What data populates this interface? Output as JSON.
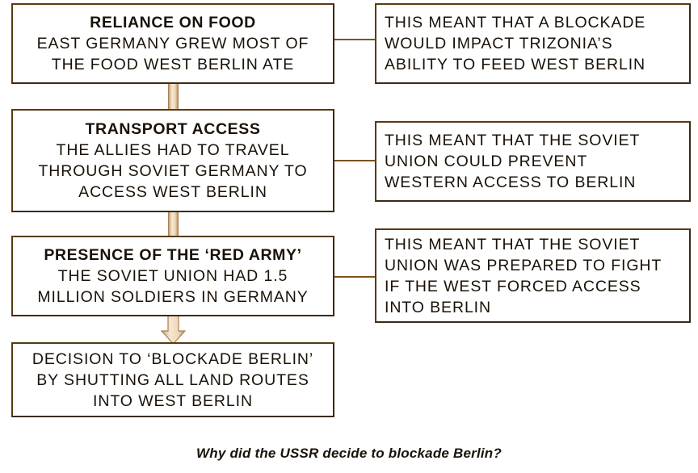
{
  "diagram": {
    "caption": "Why did the USSR decide to blockade Berlin?",
    "colors": {
      "box_border": "#5a3a12",
      "box_background": "#ffffff",
      "text": "#1a1208",
      "connector_fill": "#efd9bd",
      "connector_outline": "#a9814f",
      "line_connector": "#7d5320"
    },
    "causes": [
      {
        "id": "reliance-on-food",
        "title": "RELIANCE ON FOOD",
        "body_line_1": "EAST GERMANY GREW MOST OF",
        "body_line_2": "THE FOOD WEST BERLIN ATE",
        "body_line_3": "",
        "effect": {
          "id": "effect-reliance-on-food",
          "line_1": "THIS MEANT THAT A BLOCKADE",
          "line_2": "WOULD IMPACT TRIZONIA’S",
          "line_3": "ABILITY TO FEED WEST BERLIN",
          "line_4": ""
        }
      },
      {
        "id": "transport-access",
        "title": "TRANSPORT ACCESS",
        "body_line_1": "THE ALLIES HAD TO TRAVEL",
        "body_line_2": "THROUGH SOVIET GERMANY TO",
        "body_line_3": "ACCESS WEST BERLIN",
        "effect": {
          "id": "effect-transport-access",
          "line_1": "THIS MEANT THAT THE SOVIET",
          "line_2": "UNION COULD PREVENT",
          "line_3": "WESTERN ACCESS TO BERLIN",
          "line_4": ""
        }
      },
      {
        "id": "presence-of-red-army",
        "title": "PRESENCE OF THE ‘RED ARMY’",
        "body_line_1": "THE SOVIET UNION HAD 1.5",
        "body_line_2": "MILLION SOLDIERS IN GERMANY",
        "body_line_3": "",
        "effect": {
          "id": "effect-presence-of-red-army",
          "line_1": "THIS MEANT THAT THE SOVIET",
          "line_2": "UNION WAS PREPARED TO FIGHT",
          "line_3": "IF THE WEST FORCED ACCESS",
          "line_4": "INTO BERLIN"
        }
      }
    ],
    "outcome": {
      "id": "decision-to-blockade-berlin",
      "line_1": "DECISION TO ‘BLOCKADE BERLIN’",
      "line_2": "BY SHUTTING ALL LAND ROUTES",
      "line_3": "INTO WEST BERLIN"
    }
  }
}
